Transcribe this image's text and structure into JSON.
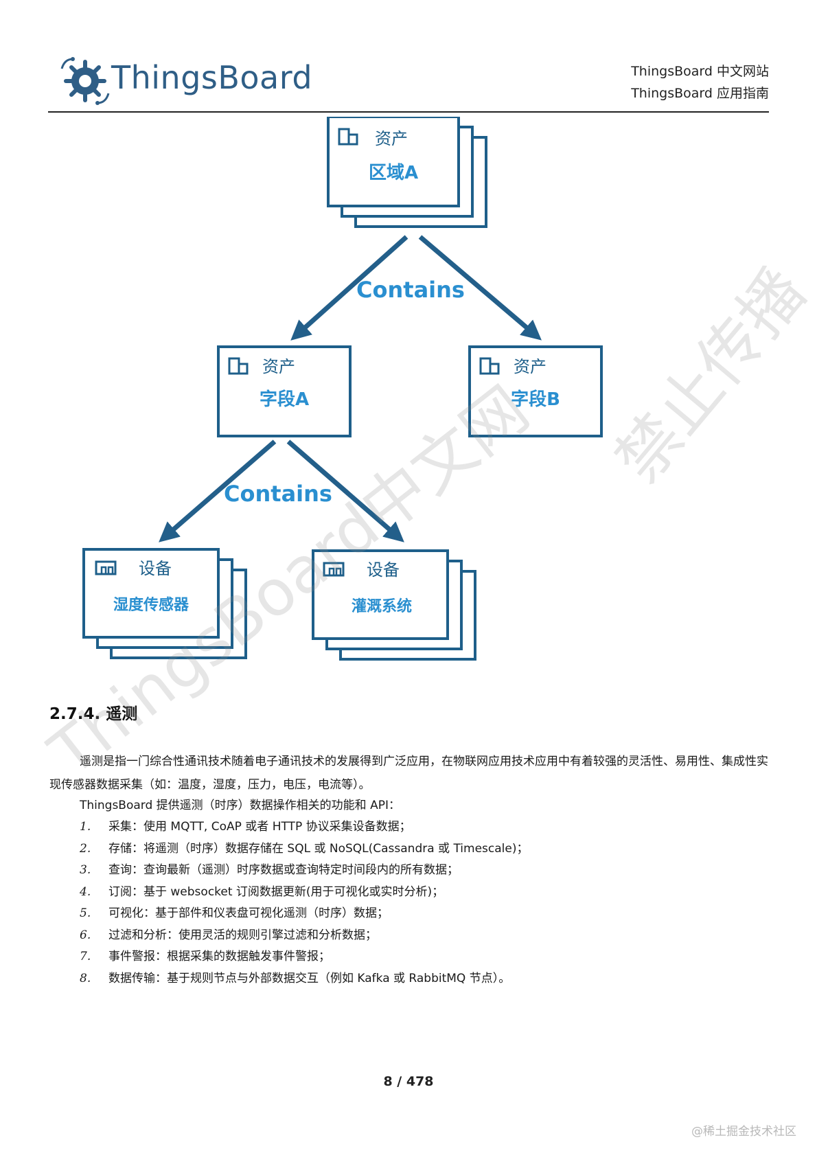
{
  "header": {
    "logo_text": "ThingsBoard",
    "site_line1": "ThingsBoard 中文网站",
    "site_line2": "ThingsBoard 应用指南"
  },
  "diagram": {
    "contains_label": "Contains",
    "nodes": [
      {
        "type": "资产",
        "name": "区域A",
        "icon": "building-icon"
      },
      {
        "type": "资产",
        "name": "字段A",
        "icon": "building-icon"
      },
      {
        "type": "资产",
        "name": "字段B",
        "icon": "building-icon"
      },
      {
        "type": "设备",
        "name": "湿度传感器",
        "icon": "device-icon"
      },
      {
        "type": "设备",
        "name": "灌溉系统",
        "icon": "device-icon"
      }
    ]
  },
  "section": {
    "title": "2.7.4. 遥测",
    "para1": "遥测是指一门综合性通讯技术随着电子通讯技术的发展得到广泛应用，在物联网应用技术应用中有着较强的灵活性、易用性、集成性实现传感器数据采集（如：温度，湿度，压力，电压，电流等）。",
    "para2": "ThingsBoard 提供遥测（时序）数据操作相关的功能和 API：",
    "items": [
      {
        "num": "1.",
        "text": "采集：使用 MQTT, CoAP 或者 HTTP 协议采集设备数据；"
      },
      {
        "num": "2.",
        "text": "存储：将遥测（时序）数据存储在 SQL 或 NoSQL(Cassandra 或 Timescale)；"
      },
      {
        "num": "3.",
        "text": "查询：查询最新（遥测）时序数据或查询特定时间段内的所有数据；"
      },
      {
        "num": "4.",
        "text": "订阅：基于 websocket 订阅数据更新(用于可视化或实时分析)；"
      },
      {
        "num": "5.",
        "text": "可视化：基于部件和仪表盘可视化遥测（时序）数据；"
      },
      {
        "num": "6.",
        "text": "过滤和分析：使用灵活的规则引擎过滤和分析数据；"
      },
      {
        "num": "7.",
        "text": "事件警报：根据采集的数据触发事件警报；"
      },
      {
        "num": "8.",
        "text": "数据传输：基于规则节点与外部数据交互（例如 Kafka 或 RabbitMQ 节点）。"
      }
    ]
  },
  "footer": {
    "page_number": "8 / 478",
    "credit": "@稀土掘金技术社区"
  },
  "watermark": {
    "text1": "ThingsBoard中文网",
    "text2": "禁止传播"
  },
  "colors": {
    "box_border": "#1e5f8a",
    "label_blue": "#2a8fd0",
    "arrow": "#235f8a"
  }
}
